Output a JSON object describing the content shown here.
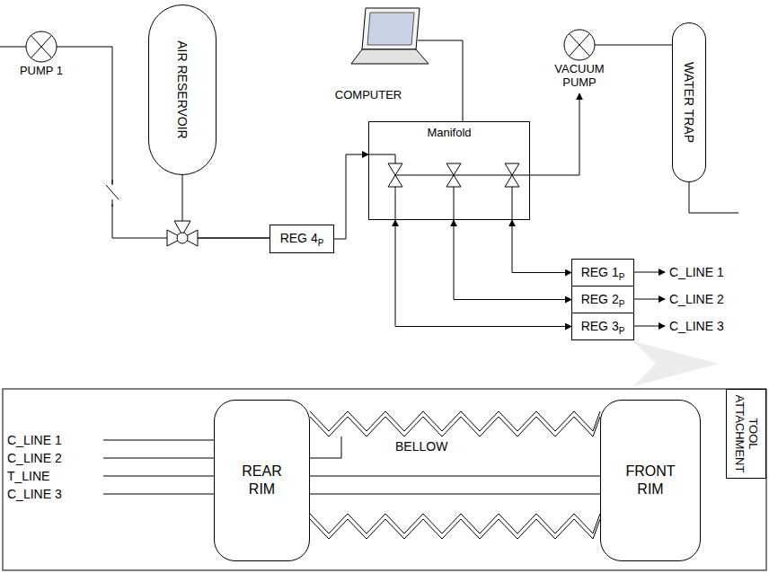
{
  "diagram": {
    "nodes": [
      {
        "text": [
          "PUMP 1"
        ]
      },
      {
        "text": [
          "AIR RESERVOIR"
        ]
      },
      {
        "text": [
          "COMPUTER"
        ]
      },
      {
        "text": [
          "Manifold"
        ]
      },
      {
        "text": [
          "VACUUM PUMP"
        ]
      },
      {
        "text": [
          "WATER TRAP"
        ]
      },
      {
        "text": [
          "REG 4",
          "P"
        ]
      },
      {
        "text": [
          "REG 1",
          "P"
        ]
      },
      {
        "text": [
          "REG 2",
          "P"
        ]
      },
      {
        "text": [
          "REG 3",
          "P"
        ]
      },
      {
        "text": [
          "REAR RIM"
        ]
      },
      {
        "text": [
          "FRONT RIM"
        ]
      },
      {
        "text": [
          "TOOL ATTACHMENT"
        ]
      }
    ],
    "edges": [
      {
        "from": 0,
        "to": 6,
        "arrow": "none"
      },
      {
        "from": 1,
        "to": 6,
        "arrow": "none"
      },
      {
        "from": 6,
        "to": 3,
        "arrow": "to"
      },
      {
        "from": 2,
        "to": 3,
        "arrow": "none"
      },
      {
        "from": 3,
        "to": 4,
        "arrow": "to"
      },
      {
        "from": 4,
        "to": 5,
        "arrow": "none"
      },
      {
        "from": 3,
        "to": 7,
        "arrow": "both"
      },
      {
        "from": 3,
        "to": 8,
        "arrow": "both"
      },
      {
        "from": 3,
        "to": 9,
        "arrow": "both"
      },
      {
        "from": 10,
        "to": 11,
        "arrow": "none"
      },
      {
        "from": 10,
        "to": 11,
        "arrow": "none"
      }
    ],
    "labels": [
      "C_LINE 1",
      "C_LINE 2",
      "C_LINE 3",
      "C_LINE 1",
      "C_LINE 2",
      "T_LINE",
      "C_LINE 3",
      "BELLOW"
    ]
  }
}
